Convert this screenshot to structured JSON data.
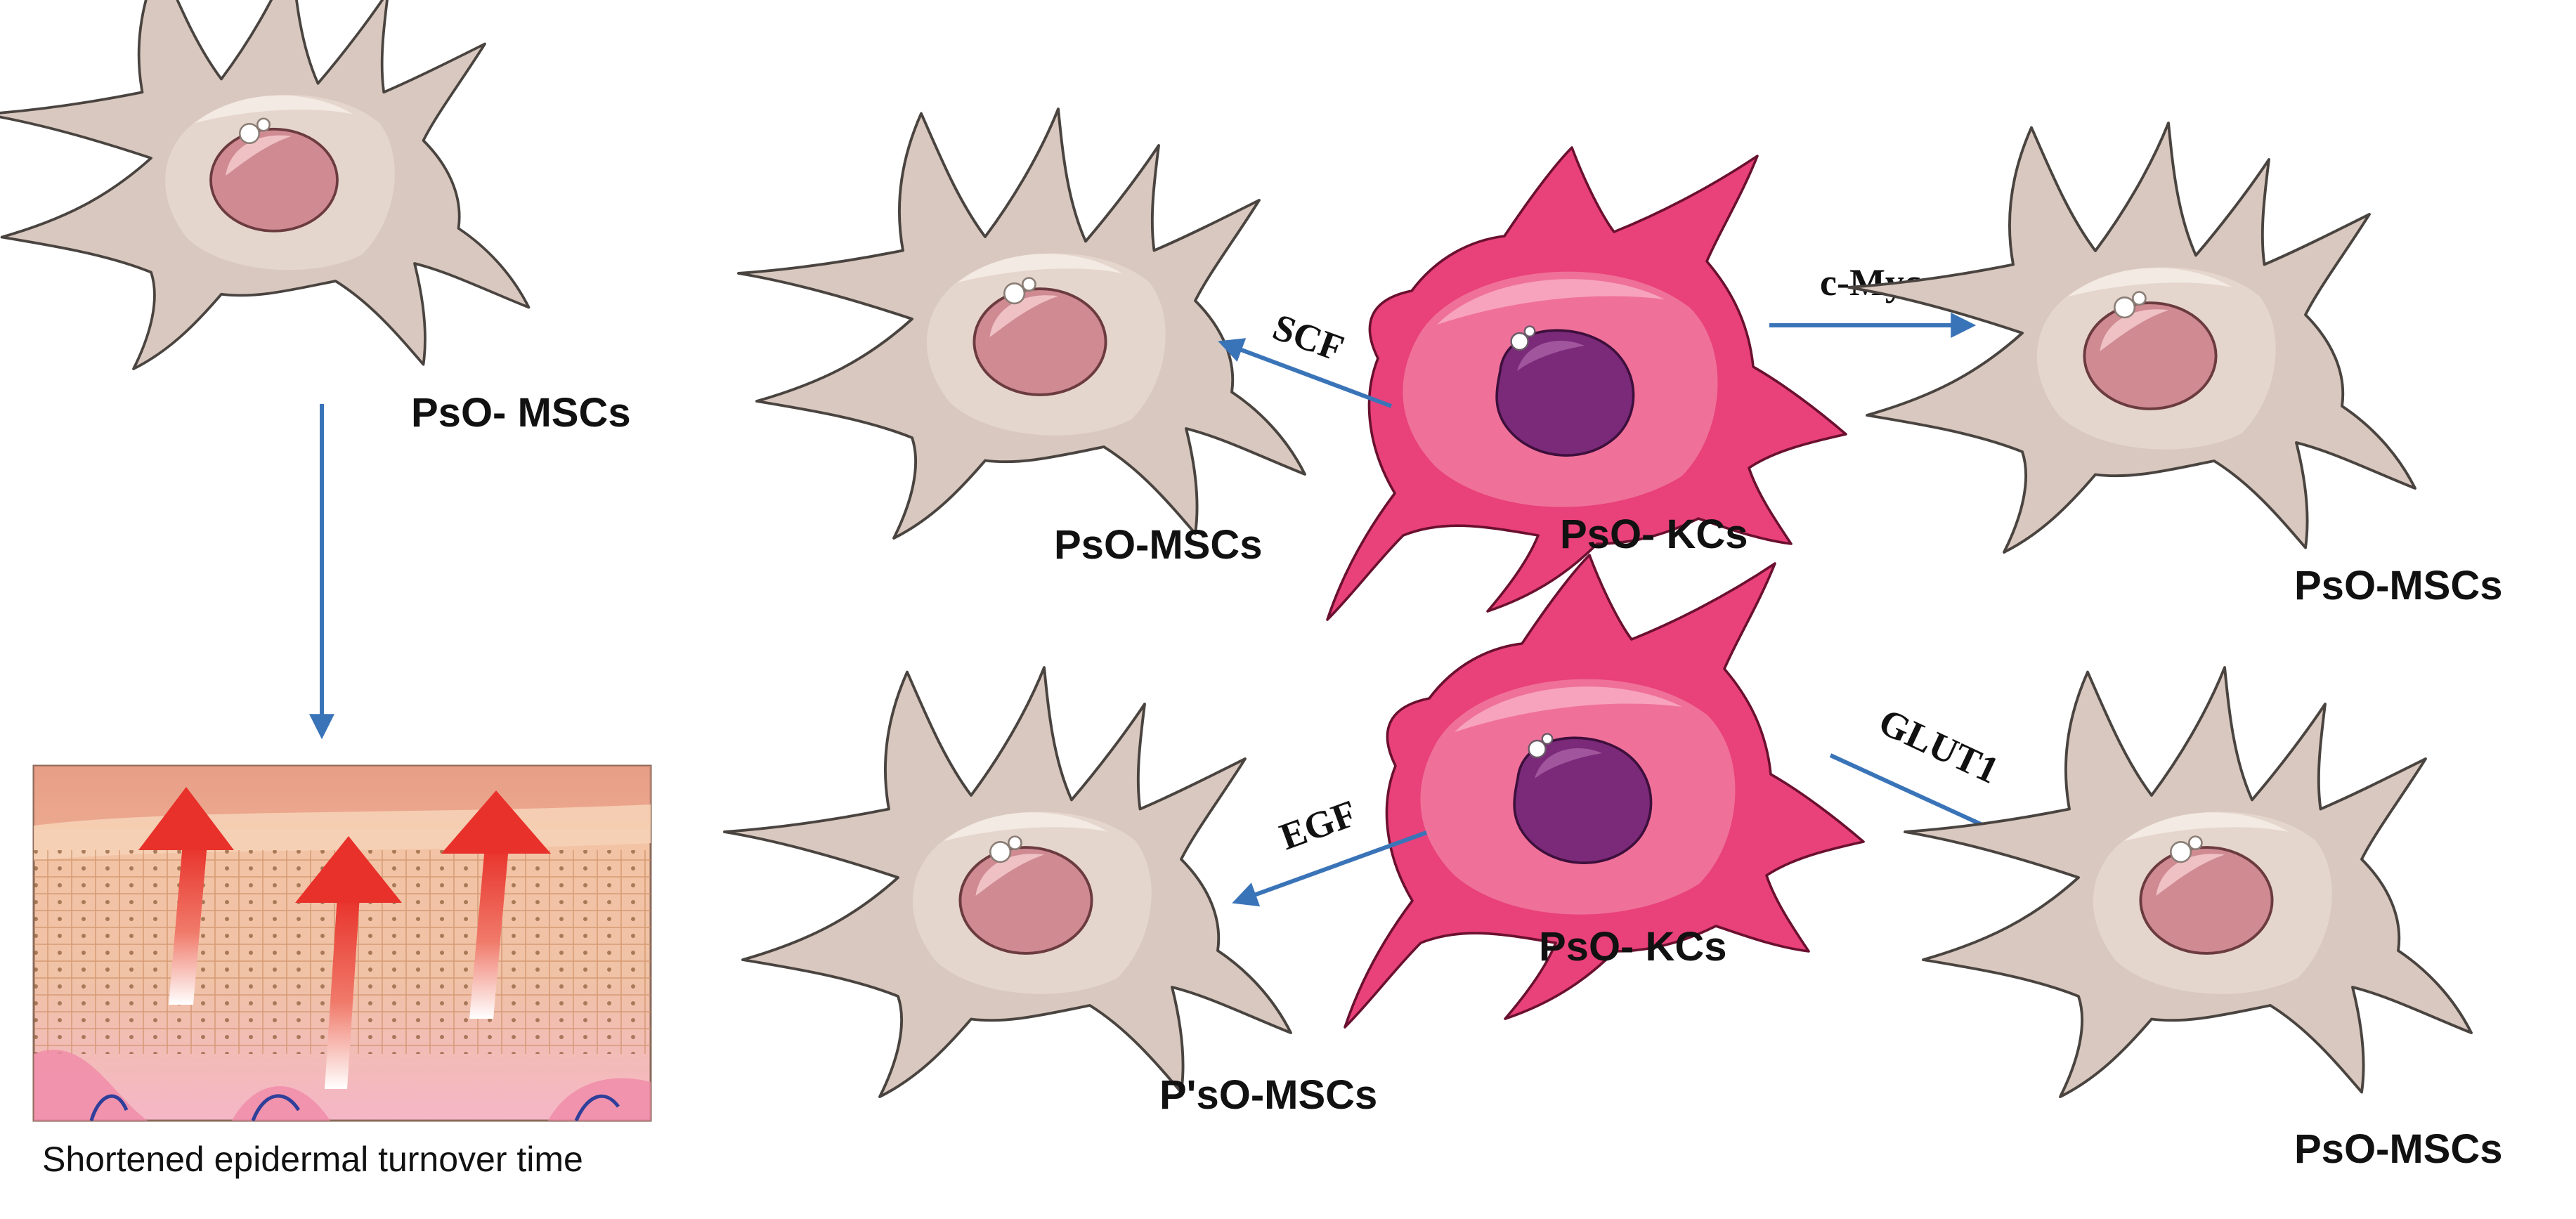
{
  "colors": {
    "msc_fill": "#d9c8bf",
    "msc_inner": "#e6d8cf",
    "msc_nucleus": "#cf8a92",
    "kc_fill": "#e9417a",
    "kc_inner": "#f07aa0",
    "kc_nucleus": "#7a2a78",
    "arrow": "#3a74b8",
    "epidermis_top": "#e8a58c",
    "epidermis_cells": "#f2c9a8",
    "epidermis_dermis": "#f2b3c4",
    "turnover_arrow": "#e8312a"
  },
  "labels": {
    "left_msc": "PsO- MSCs",
    "epidermis_caption": "Shortened epidermal turnover time",
    "top_left_msc": "PsO-MSCs",
    "top_kc": "PsO- KCs",
    "top_right_msc": "PsO-MSCs",
    "bottom_left_msc": "P'sO-MSCs",
    "bottom_kc": "PsO- KCs",
    "bottom_right_msc": "PsO-MSCs"
  },
  "factors": {
    "top_left": "SCF",
    "top_right": "c-Myc,",
    "bottom_left": "EGF",
    "bottom_right": "GLUT1"
  }
}
